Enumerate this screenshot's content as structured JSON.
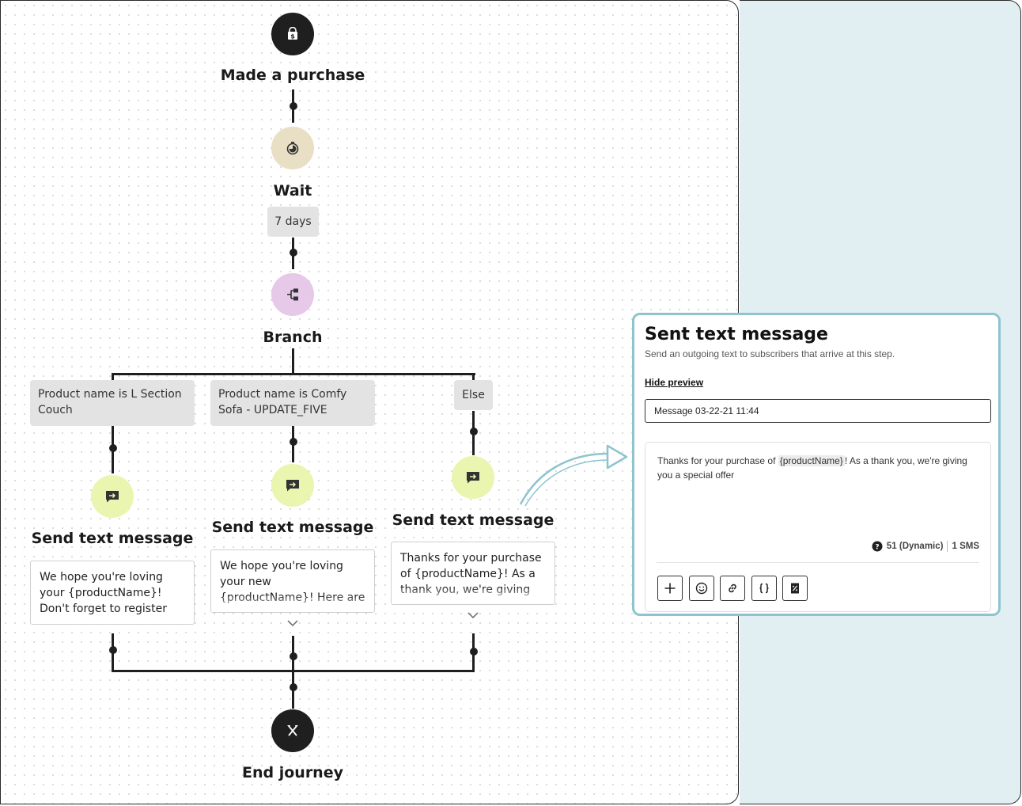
{
  "flow": {
    "trigger": {
      "title": "Made a purchase",
      "icon": "shopping-bag-icon"
    },
    "wait": {
      "title": "Wait",
      "duration": "7 days",
      "icon": "stopwatch-icon"
    },
    "branch": {
      "title": "Branch",
      "icon": "branch-icon"
    },
    "branches": [
      {
        "condition": "Product name is L Section Couch",
        "action_title": "Send text message",
        "preview": "We hope you're loving your {productName}! Don't forget to register"
      },
      {
        "condition": "Product name is Comfy Sofa - UPDATE_FIVE",
        "action_title": "Send text message",
        "preview": "We hope you're loving your new {productName}! Here are"
      },
      {
        "condition": "Else",
        "action_title": "Send text message",
        "preview": "Thanks for your purchase of {productName}! As a thank you, we're giving"
      }
    ],
    "end": {
      "title": "End journey",
      "icon": "flag-icon"
    }
  },
  "panel": {
    "title": "Sent text message",
    "subtitle": "Send an outgoing text to subscribers that arrive at this step.",
    "hide_preview": "Hide preview",
    "message_name": "Message 03-22-21 11:44",
    "message_before": "Thanks for your purchase of ",
    "message_var": "{productName}",
    "message_after": "! As a thank you, we're giving you a special offer",
    "count": "51 (Dynamic)",
    "sms": "1 SMS",
    "tools": [
      "plus-icon",
      "emoji-icon",
      "link-icon",
      "variable-icon",
      "coupon-icon"
    ]
  },
  "colors": {
    "trigger": "#1f1f1f",
    "wait": "#e8dfc4",
    "branch": "#e6c8e8",
    "action": "#eaf5b0",
    "panel_border": "#8dc4cf",
    "side_bg": "#e1eff3"
  }
}
